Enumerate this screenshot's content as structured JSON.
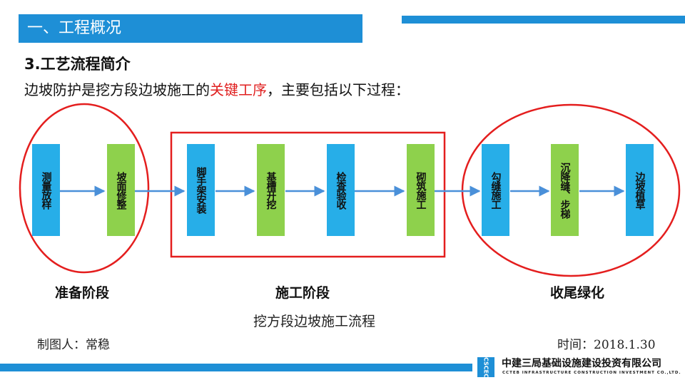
{
  "section": {
    "title": "一、工程概况"
  },
  "heading": "3.工艺流程简介",
  "intro": {
    "before": "边坡防护是挖方段边坡施工的",
    "highlight": "关键工序",
    "after": "，主要包括以下过程："
  },
  "steps": [
    {
      "label": "测量放样",
      "color": "blue"
    },
    {
      "label": "坡面修整",
      "color": "green"
    },
    {
      "label": "脚手架安装",
      "color": "blue"
    },
    {
      "label": "基槽开挖",
      "color": "green"
    },
    {
      "label": "检查验收",
      "color": "blue"
    },
    {
      "label": "砌筑施工",
      "color": "green"
    },
    {
      "label": "勾缝施工",
      "color": "blue"
    },
    {
      "label": "沉降缝、步梯",
      "color": "green"
    },
    {
      "label": "边坡植草",
      "color": "blue"
    }
  ],
  "phases": [
    "准备阶段",
    "施工阶段",
    "收尾绿化"
  ],
  "caption": "挖方段边坡施工流程",
  "maker": "制图人：常稳",
  "time": "时间：2018.1.30",
  "company": {
    "name_cn": "中建三局基础设施建设投资有限公司",
    "name_en": "CCTEB  INFRASTRUCTURE  CONSTRUCTION  INVESTMENT CO.,LTD.",
    "logo_text": "CSCEC"
  },
  "colors": {
    "accent_blue": "#1e8fd6",
    "box_blue": "#27aee8",
    "box_green": "#8ed14c",
    "highlight_red": "#e02020",
    "arrow": "#4a90d9"
  }
}
